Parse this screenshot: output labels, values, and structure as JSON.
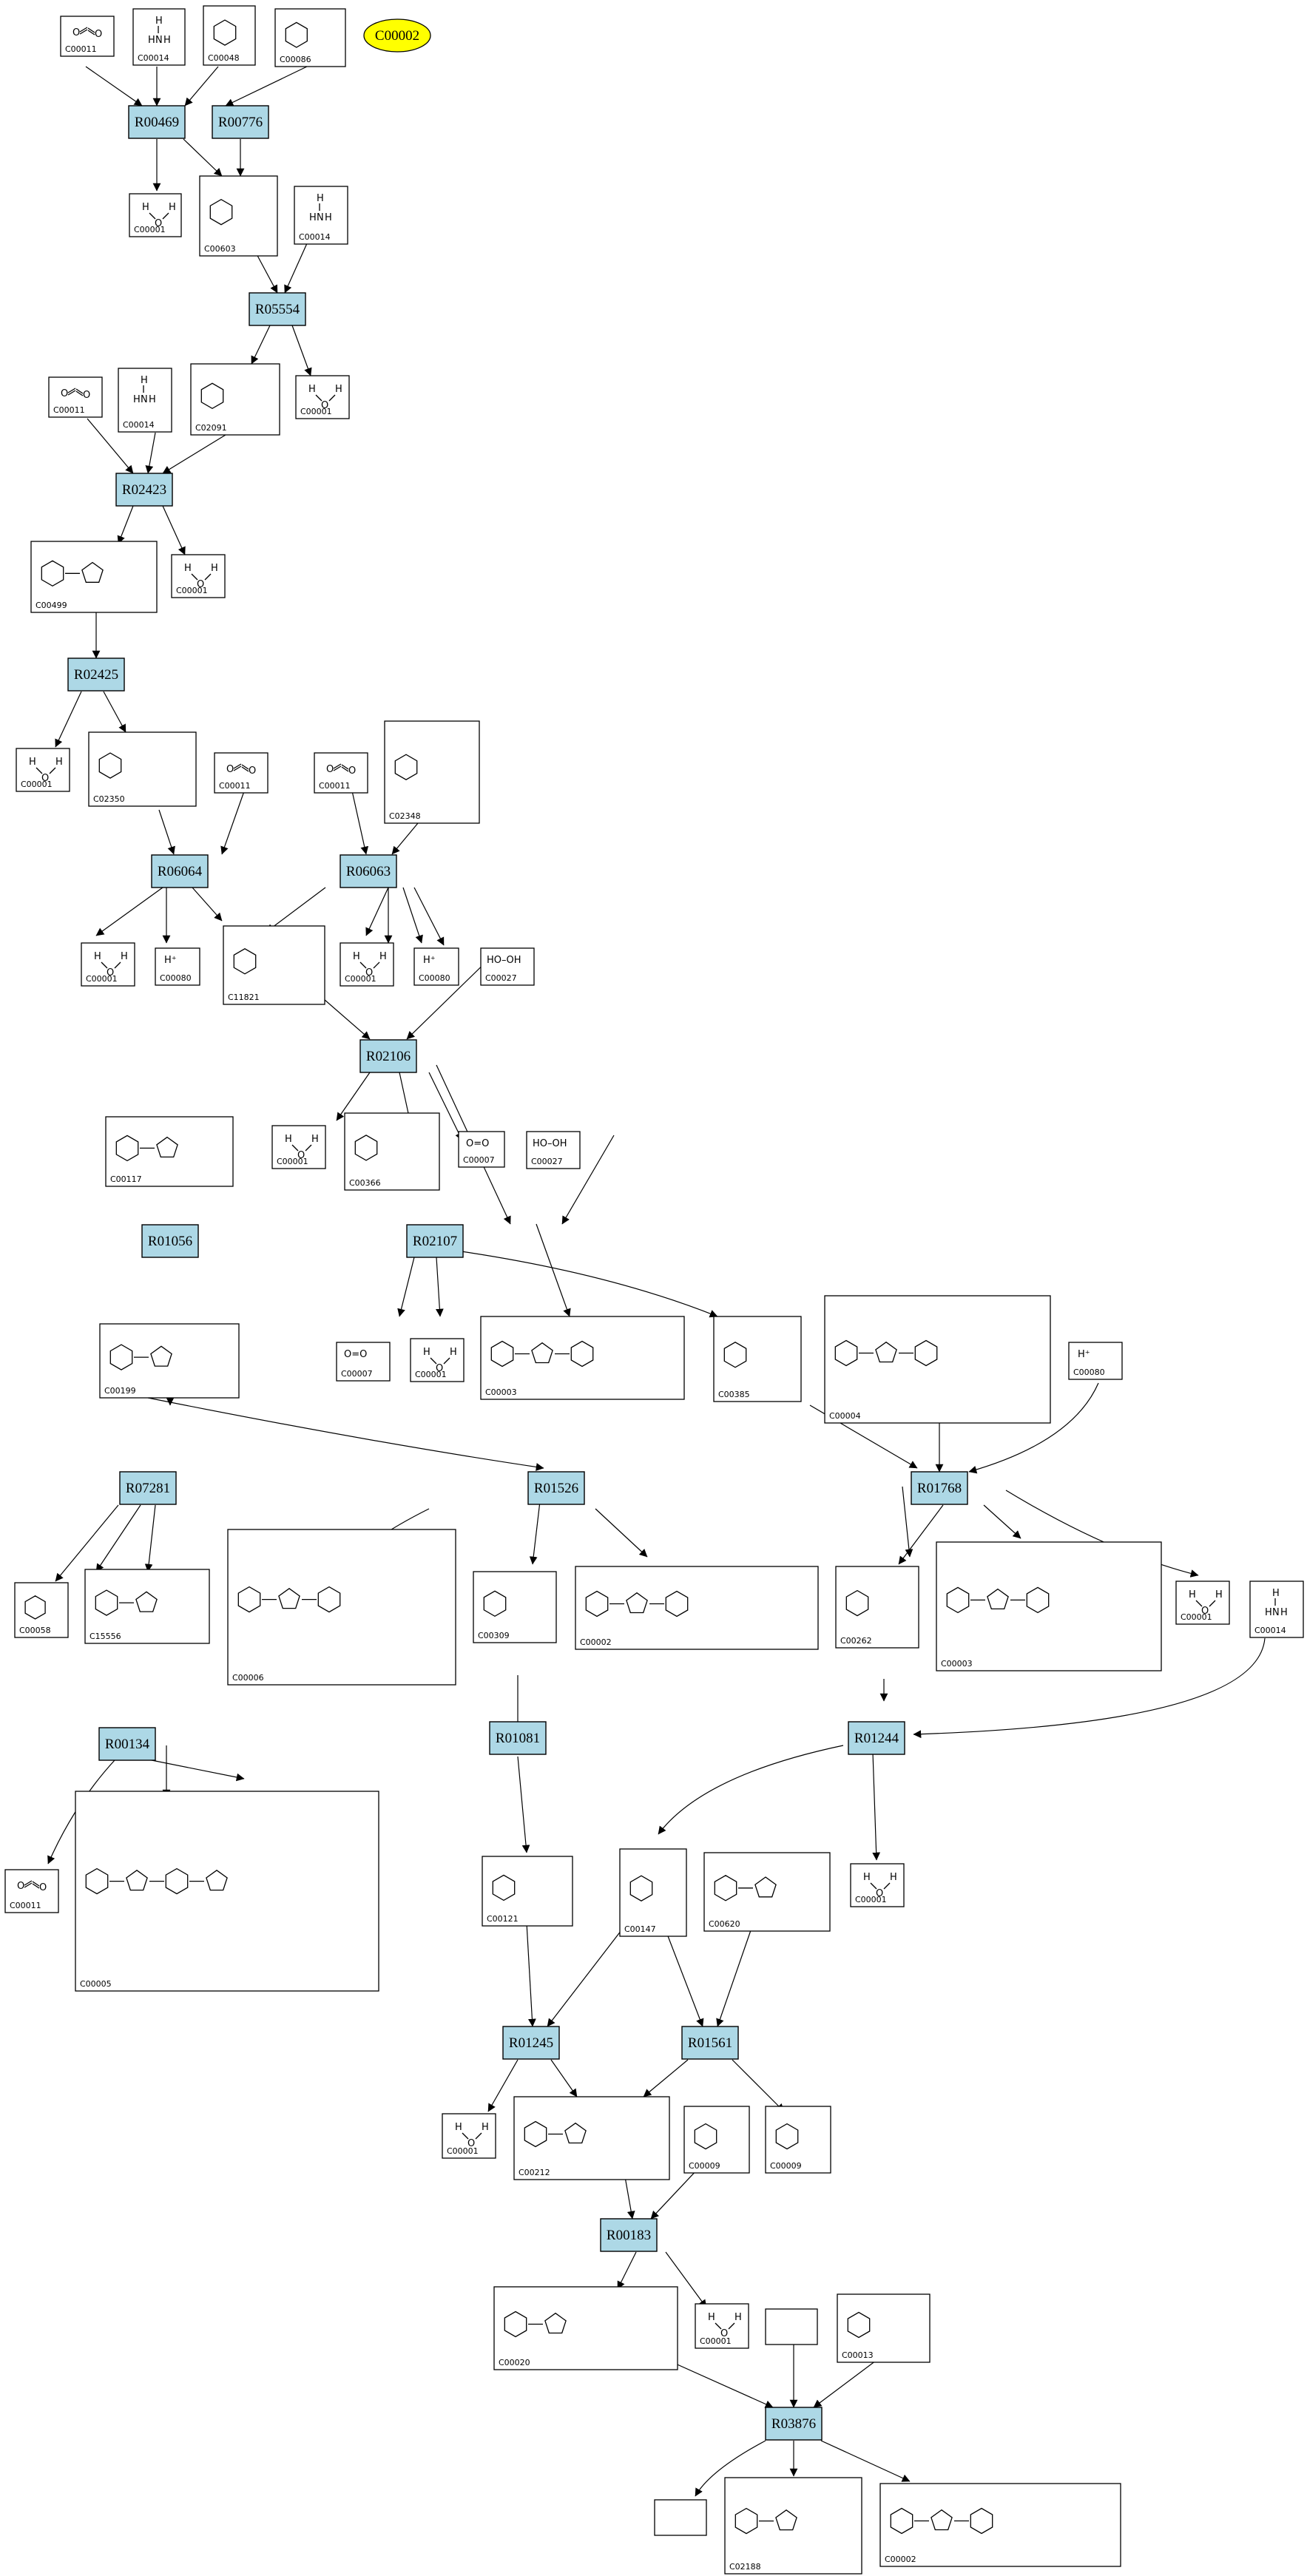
{
  "start_node": "C00002",
  "reactions": {
    "r1": "R00469",
    "r2": "R00776",
    "r3": "R05554",
    "r4": "R02423",
    "r5": "R02425",
    "r6": "R06064",
    "r7": "R06063",
    "r8": "R02106",
    "r9": "R01056",
    "r10": "R02107",
    "r11": "R07281",
    "r12": "R01526",
    "r13": "R01768",
    "r14": "R00134",
    "r15": "R01081",
    "r16": "R01244",
    "r17": "R01245",
    "r18": "R01561",
    "r19": "R00183",
    "r20": "R03876"
  },
  "compounds": {
    "c1": "C00011",
    "c2": "C00014",
    "c3": "C00048",
    "c4": "C00086",
    "c5": "C00001",
    "c6": "C00603",
    "c7": "C00014",
    "c8": "C00011",
    "c9": "C00014",
    "c10": "C02091",
    "c11": "C00001",
    "c12": "C00499",
    "c13": "C00001",
    "c14": "C00001",
    "c15": "C02350",
    "c16": "C00011",
    "c17": "C00011",
    "c18": "C02348",
    "c19": "C00001",
    "c20": "C00080",
    "c21": "C11821",
    "c22": "C00001",
    "c23": "C00080",
    "c24": "C00027",
    "c25": "C00117",
    "c26": "C00001",
    "c27": "C00366",
    "c28": "C00007",
    "c29": "C00027",
    "c30": "C00199",
    "c31": "C00007",
    "c32": "C00001",
    "c33": "C00003",
    "c34": "C00385",
    "c35": "C00004",
    "c36": "C00080",
    "c37": "C00058",
    "c38": "C15556",
    "c39": "C00006",
    "c40": "C00309",
    "c41": "C00002",
    "c42": "C00262",
    "c43": "C00003",
    "c44": "C00001",
    "c45": "C00014",
    "c46": "C00011",
    "c47": "C00005",
    "c48": "C00121",
    "c49": "C00147",
    "c50": "C00620",
    "c51": "C00001",
    "c52": "C00001",
    "c53": "C00212",
    "c54": "C00009",
    "c55": "C00009",
    "c56": "C00020",
    "c57": "C00001",
    "c58": "",
    "c59": "C00013",
    "c60": "",
    "c61": "C02188",
    "c62": "C00002"
  },
  "symbols": {
    "h_plus": "H⁺",
    "h2o2": "HO–OH",
    "o2": "O=O"
  }
}
